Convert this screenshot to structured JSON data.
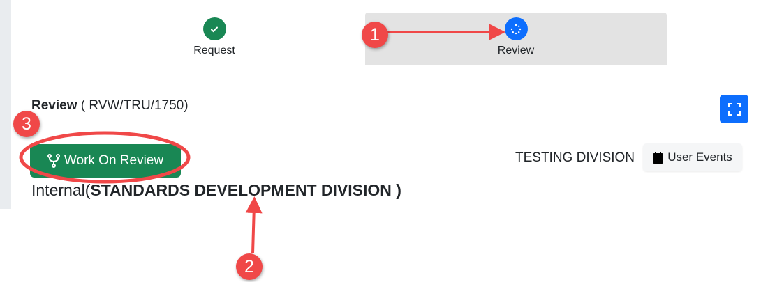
{
  "stepper": {
    "steps": [
      {
        "label": "Request",
        "status": "completed",
        "color": "#198754"
      },
      {
        "label": "Review",
        "status": "in-progress",
        "color": "#0d6efd"
      }
    ]
  },
  "review": {
    "title": "Review",
    "code": "( RVW/TRU/1750)"
  },
  "actions": {
    "work_on_review": "Work On Review",
    "division": "TESTING DIVISION",
    "user_events": "User Events"
  },
  "internal": {
    "prefix": "Internal(",
    "division": "STANDARDS DEVELOPMENT DIVISION",
    "suffix": " )"
  },
  "annotations": [
    "1",
    "2",
    "3"
  ]
}
